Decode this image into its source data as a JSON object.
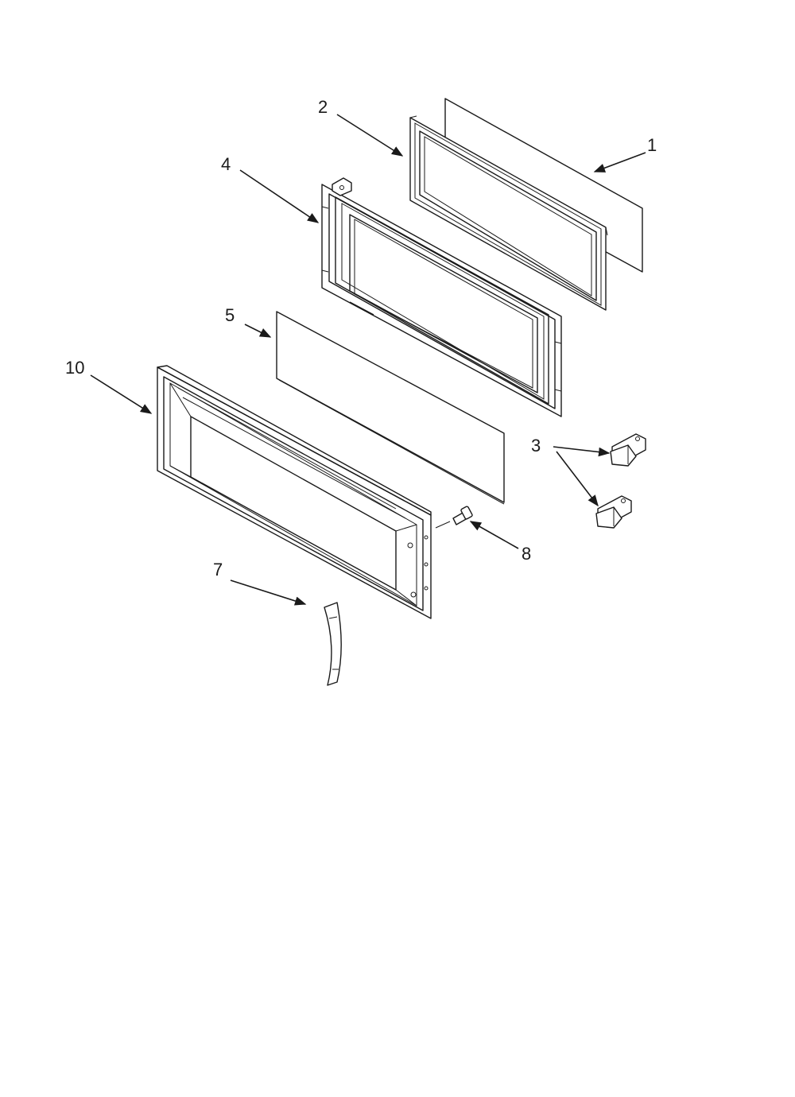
{
  "diagram": {
    "callouts": {
      "part_1": "1",
      "part_2": "2",
      "part_3": "3",
      "part_4": "4",
      "part_5": "5",
      "part_7": "7",
      "part_8": "8",
      "part_10": "10"
    },
    "colors": {
      "line": "#1a1a1a",
      "background": "#ffffff"
    }
  }
}
